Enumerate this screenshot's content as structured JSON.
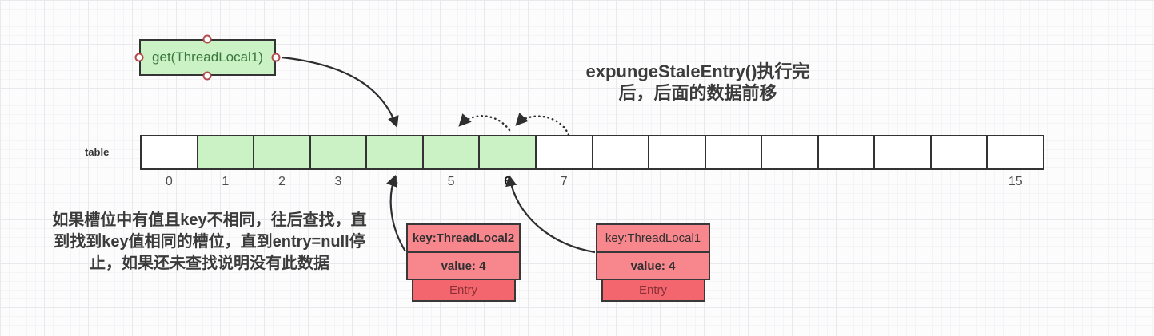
{
  "get_box": {
    "label": "get(ThreadLocal1)"
  },
  "title": {
    "line1": "expungeStaleEntry()执行完",
    "line2": "后，后面的数据前移"
  },
  "table_label": "table",
  "array": {
    "cells": [
      {
        "index": 0,
        "label": "0",
        "filled": false,
        "bold": false
      },
      {
        "index": 1,
        "label": "1",
        "filled": true,
        "bold": false
      },
      {
        "index": 2,
        "label": "2",
        "filled": true,
        "bold": false
      },
      {
        "index": 3,
        "label": "3",
        "filled": true,
        "bold": false
      },
      {
        "index": 4,
        "label": "4",
        "filled": true,
        "bold": false
      },
      {
        "index": 5,
        "label": "5",
        "filled": true,
        "bold": false
      },
      {
        "index": 6,
        "label": "6",
        "filled": true,
        "bold": true
      },
      {
        "index": 7,
        "label": "7",
        "filled": false,
        "bold": false
      },
      {
        "index": 8,
        "label": "",
        "filled": false,
        "bold": false
      },
      {
        "index": 9,
        "label": "",
        "filled": false,
        "bold": false
      },
      {
        "index": 10,
        "label": "",
        "filled": false,
        "bold": false
      },
      {
        "index": 11,
        "label": "",
        "filled": false,
        "bold": false
      },
      {
        "index": 12,
        "label": "",
        "filled": false,
        "bold": false
      },
      {
        "index": 13,
        "label": "",
        "filled": false,
        "bold": false
      },
      {
        "index": 14,
        "label": "",
        "filled": false,
        "bold": false
      },
      {
        "index": 15,
        "label": "15",
        "filled": false,
        "bold": false
      }
    ]
  },
  "note": {
    "line1": "如果槽位中有值且key不相同，往后查找，直",
    "line2": "到找到key值相同的槽位，直到entry=null停",
    "line3": "止，如果还未查找说明没有此数据"
  },
  "entries": [
    {
      "key": "key:ThreadLocal2",
      "value": "value: 4",
      "type": "Entry",
      "key_bold": true
    },
    {
      "key": "key:ThreadLocal1",
      "value": "value: 4",
      "type": "Entry",
      "key_bold": false
    }
  ],
  "colors": {
    "cell_green": "#cbf2c4",
    "entry_pink": "#f7868d",
    "entry_red": "#f4666d",
    "shape_border": "#333333",
    "handle_ring": "#b34a4a",
    "arrow": "#2e2e2e",
    "grid_minor": "#f4f4f6",
    "grid_major": "#e9e9ed"
  }
}
